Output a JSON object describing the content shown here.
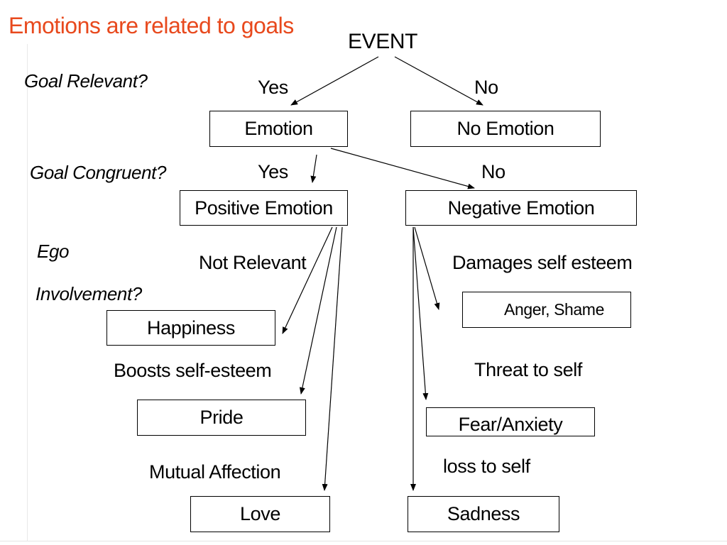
{
  "title": "Emotions are related to goals",
  "questions": {
    "goal_relevant": "Goal Relevant?",
    "goal_congruent": "Goal Congruent?",
    "ego": "Ego",
    "involvement": "Involvement?"
  },
  "nodes": {
    "event": "EVENT",
    "emotion": "Emotion",
    "no_emotion": "No Emotion",
    "positive_emotion": "Positive Emotion",
    "negative_emotion": "Negative Emotion",
    "happiness": "Happiness",
    "pride": "Pride",
    "love": "Love",
    "anger_shame": "Anger, Shame",
    "fear_anxiety": "Fear/Anxiety",
    "sadness": "Sadness"
  },
  "edge_labels": {
    "yes_relevant": "Yes",
    "no_relevant": "No",
    "yes_congruent": "Yes",
    "no_congruent": "No",
    "not_relevant": "Not Relevant",
    "boosts_self_esteem": "Boosts self-esteem",
    "mutual_affection": "Mutual Affection",
    "damages_self_esteem": "Damages self esteem",
    "threat_to_self": "Threat to self",
    "loss_to_self": "loss to self"
  }
}
